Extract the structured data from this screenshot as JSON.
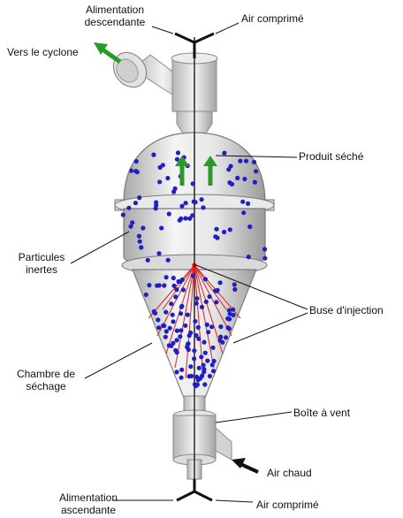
{
  "labels": {
    "alimentation_descendante": "Alimentation\ndescendante",
    "air_comprime_top": "Air comprimé",
    "vers_le_cyclone": "Vers le cyclone",
    "produit_seche": "Produit séché",
    "particules_inertes": "Particules\ninertes",
    "buse_injection": "Buse d'injection",
    "chambre_sechage": "Chambre de\nséchage",
    "boite_a_vent": "Boîte à vent",
    "air_chaud": "Air chaud",
    "alimentation_ascendante": "Alimentation\nascendante",
    "air_comprime_bottom": "Air comprimé"
  },
  "colors": {
    "vessel_fill": "#d8d8d8",
    "vessel_stroke": "#7a7a7a",
    "particle": "#2020c0",
    "spray": "#e02020",
    "flow_arrow": "#2a9a2a",
    "hot_air_arrow": "#111111",
    "leader_line": "#111111"
  }
}
